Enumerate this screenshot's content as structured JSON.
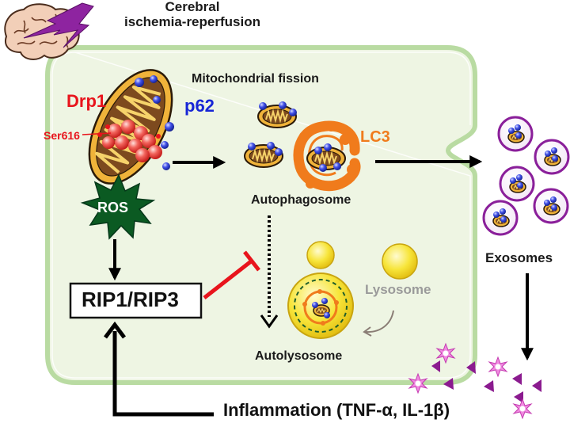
{
  "labels": {
    "cerebral_line1": "Cerebral",
    "cerebral_line2": "ischemia-reperfusion",
    "mitochondrial_fission": "Mitochondrial fission",
    "drp1": "Drp1",
    "p62": "p62",
    "ser616": "Ser616",
    "ros": "ROS",
    "lc3": "LC3",
    "autophagosome": "Autophagosome",
    "rip1_rip3": "RIP1/RIP3",
    "lysosome": "Lysosome",
    "autolysosome": "Autolysosome",
    "exosomes": "Exosomes",
    "inflammation": "Inflammation (TNF-α, IL-1β)"
  },
  "icons": [
    "brain-icon",
    "lightning-icon",
    "mitochondrion-icon",
    "ros-burst-icon",
    "exosome-icon",
    "cytokine-triangle-icon",
    "cytokine-star-icon"
  ],
  "colors": {
    "cell_fill": "#eef5e3",
    "cell_outline": "#b9dba2",
    "drp1": "#e8141c",
    "p62": "#1726d6",
    "lc3": "#f07b1c",
    "ros": "#0b5a22",
    "lysosome": "#f5dc22",
    "exosome_ring": "#8a1f9a",
    "cytokine": "#8b1b8f",
    "inhibition": "#e8141c"
  }
}
